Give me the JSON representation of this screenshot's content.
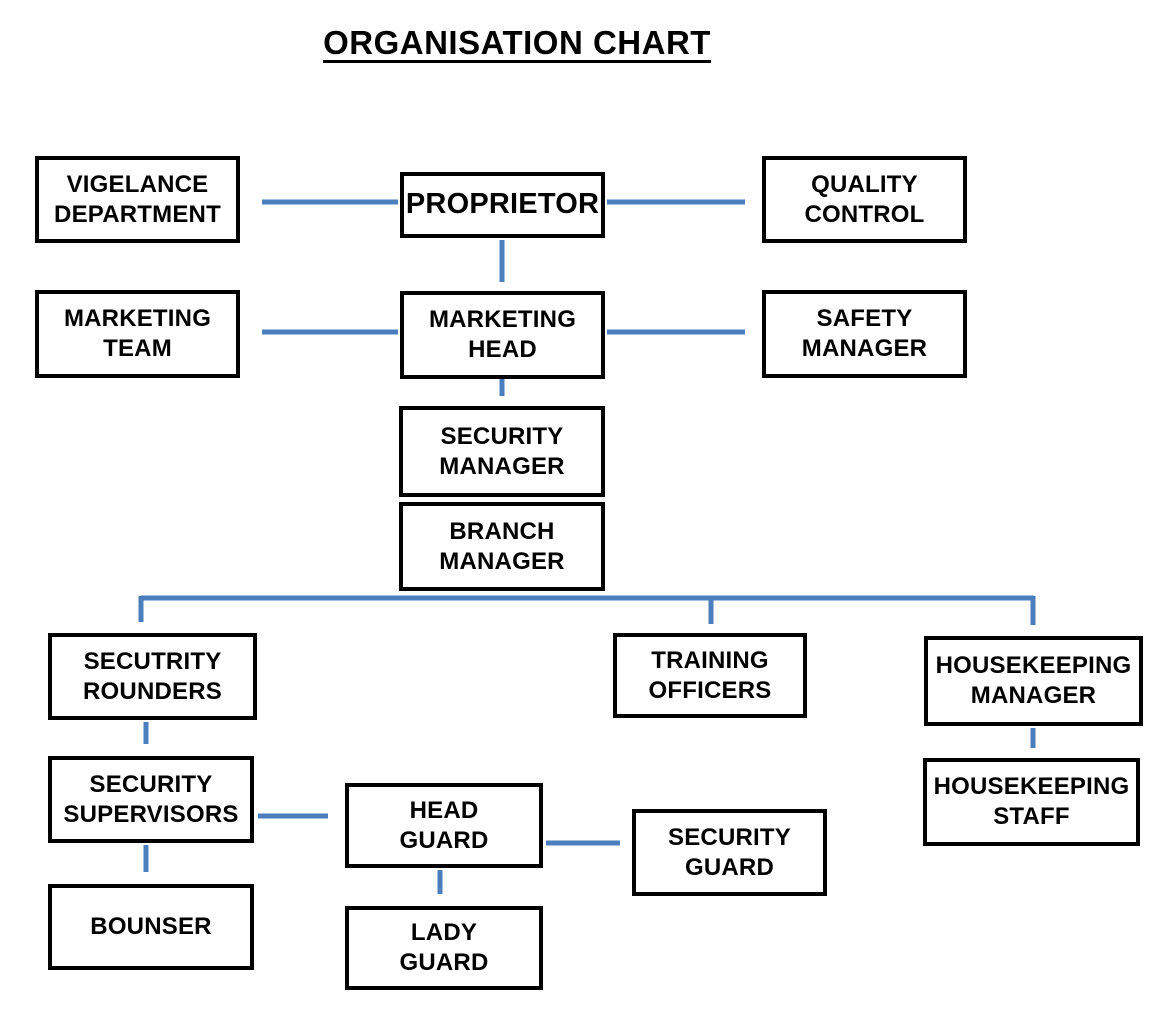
{
  "title": "ORGANISATION CHART",
  "colors": {
    "arrow": "#4a7ebd",
    "box_border": "#000000",
    "box_fill": "#ffffff",
    "text": "#000000",
    "background": "#ffffff"
  },
  "nodes": {
    "proprietor": {
      "line1": "PROPRIETOR",
      "line2": ""
    },
    "vigelance_department": {
      "line1": "VIGELANCE",
      "line2": "DEPARTMENT"
    },
    "quality_control": {
      "line1": "QUALITY",
      "line2": "CONTROL"
    },
    "marketing_team": {
      "line1": "MARKETING",
      "line2": "TEAM"
    },
    "marketing_head": {
      "line1": "MARKETING",
      "line2": "HEAD"
    },
    "safety_manager": {
      "line1": "SAFETY",
      "line2": "MANAGER"
    },
    "security_manager": {
      "line1": "SECURITY",
      "line2": "MANAGER"
    },
    "branch_manager": {
      "line1": "BRANCH",
      "line2": "MANAGER"
    },
    "secutrity_rounders": {
      "line1": "SECUTRITY",
      "line2": "ROUNDERS"
    },
    "training_officers": {
      "line1": "TRAINING",
      "line2": "OFFICERS"
    },
    "housekeeping_manager": {
      "line1": "HOUSEKEEPING",
      "line2": "MANAGER"
    },
    "security_supervisors": {
      "line1": "SECURITY",
      "line2": "SUPERVISORS"
    },
    "bounser": {
      "line1": "BOUNSER",
      "line2": ""
    },
    "head_guard": {
      "line1": "HEAD",
      "line2": "GUARD"
    },
    "lady_guard": {
      "line1": "LADY",
      "line2": "GUARD"
    },
    "security_guard": {
      "line1": "SECURITY",
      "line2": "GUARD"
    },
    "housekeeping_staff": {
      "line1": "HOUSEKEEPING",
      "line2": "STAFF"
    }
  },
  "edges": [
    {
      "from": "PROPRIETOR",
      "to": "VIGELANCE DEPARTMENT"
    },
    {
      "from": "PROPRIETOR",
      "to": "QUALITY CONTROL"
    },
    {
      "from": "PROPRIETOR",
      "to": "MARKETING HEAD"
    },
    {
      "from": "MARKETING HEAD",
      "to": "MARKETING TEAM"
    },
    {
      "from": "MARKETING HEAD",
      "to": "SAFETY MANAGER"
    },
    {
      "from": "MARKETING HEAD",
      "to": "SECURITY MANAGER"
    },
    {
      "from": "BRANCH MANAGER",
      "to": "SECUTRITY ROUNDERS"
    },
    {
      "from": "BRANCH MANAGER",
      "to": "TRAINING OFFICERS"
    },
    {
      "from": "BRANCH MANAGER",
      "to": "HOUSEKEEPING MANAGER"
    },
    {
      "from": "SECUTRITY ROUNDERS",
      "to": "SECURITY SUPERVISORS"
    },
    {
      "from": "SECURITY SUPERVISORS",
      "to": "BOUNSER"
    },
    {
      "from": "SECURITY SUPERVISORS",
      "to": "HEAD GUARD"
    },
    {
      "from": "HEAD GUARD",
      "to": "SECURITY GUARD"
    },
    {
      "from": "HEAD GUARD",
      "to": "LADY GUARD"
    },
    {
      "from": "HOUSEKEEPING MANAGER",
      "to": "HOUSEKEEPING STAFF"
    }
  ]
}
